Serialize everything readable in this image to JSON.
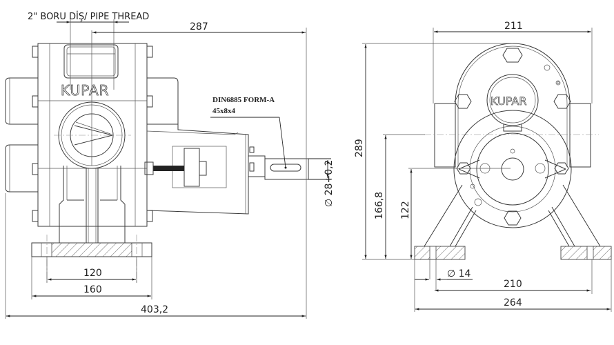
{
  "drawing": {
    "title": "Kupar pump technical drawing",
    "brand_logo": "KUPAR",
    "side_view": {
      "pipe_thread_label": "2\" BORU DİŞ/ PIPE THREAD",
      "dim_top": "287",
      "dim_base_inner": "120",
      "dim_base_outer": "160",
      "dim_total_length": "403,2",
      "key_spec_line1": "DIN6885 FORM-A",
      "key_spec_line2": "45x8x4",
      "shaft_diameter": "∅ 28+0,2"
    },
    "front_view": {
      "dim_width_top": "211",
      "dim_height_total": "289",
      "dim_height_port": "166,8",
      "dim_height_shaft": "122",
      "dim_hole_diameter": "∅ 14",
      "dim_hole_spacing": "210",
      "dim_base_width": "264"
    }
  }
}
